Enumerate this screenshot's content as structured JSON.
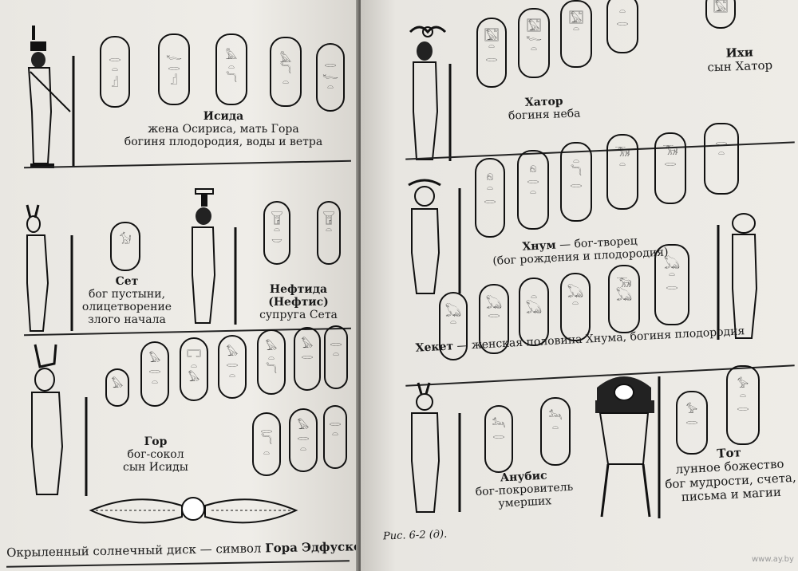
{
  "left_page": {
    "isis": {
      "name": "Исида",
      "line1": "жена Осириса, мать Гора",
      "line2": "богиня плодородия, воды и ветра"
    },
    "set": {
      "name": "Сет",
      "line1": "бог пустыни,",
      "line2": "олицетворение",
      "line3": "злого начала"
    },
    "nephthys": {
      "name": "Нефтида (Нефтис)",
      "line1": "супруга Сета"
    },
    "horus": {
      "name": "Гор",
      "line1": "бог-сокол",
      "line2": "сын Исиды"
    },
    "bottom_caption_prefix": "Окрыленный солнечный диск — символ ",
    "bottom_caption_bold": "Гора Эдфуского (Бехдетского)"
  },
  "right_page": {
    "hathor": {
      "name": "Хатор",
      "line1": "богиня неба"
    },
    "ihy": {
      "name": "Ихи",
      "line1": "сын Хатор"
    },
    "khnum": {
      "name": "Хнум",
      "line1": " — бог-творец",
      "line2": "(бог рождения и плодородия)"
    },
    "heqet": {
      "name": "Хекет",
      "line1": " — женская половина Хнума, богиня плодородия"
    },
    "anubis": {
      "name": "Анубис",
      "line1": "бог-покровитель",
      "line2": "умерших"
    },
    "thoth": {
      "name": "Тот",
      "line1": "лунное божество",
      "line2": "бог мудрости, счета,",
      "line3": "письма и магии"
    },
    "figure_caption": "Рис. 6-2 (д).",
    "watermark": "www.ay.by"
  }
}
